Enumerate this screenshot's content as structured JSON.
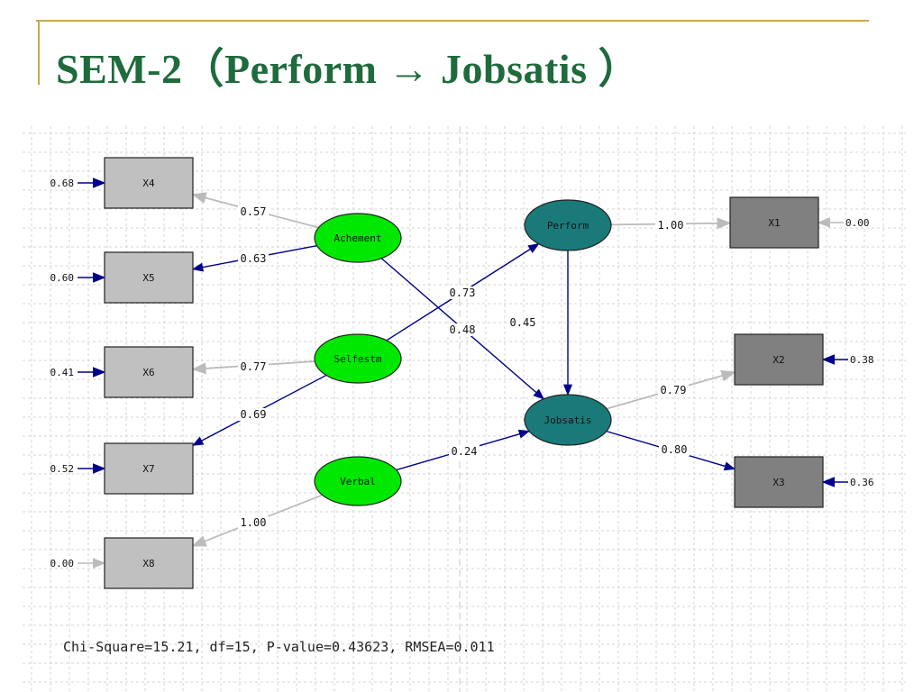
{
  "title": "SEM-2（Perform → Jobsatis ）",
  "colors": {
    "title": "#1e6b3c",
    "accent": "#c8a84b",
    "latent_exogenous": "#00e800",
    "latent_endogenous": "#1a7a7a",
    "indicator_exogenous": "#c0c0c0",
    "indicator_endogenous": "#808080",
    "path_significant": "#00008b",
    "path_fixed": "#bbbbbb"
  },
  "latent_variables": [
    {
      "id": "achement",
      "label": "Achement",
      "kind": "exogenous"
    },
    {
      "id": "selfestm",
      "label": "Selfestm",
      "kind": "exogenous"
    },
    {
      "id": "verbal",
      "label": "Verbal",
      "kind": "exogenous"
    },
    {
      "id": "perform",
      "label": "Perform",
      "kind": "endogenous"
    },
    {
      "id": "jobsatis",
      "label": "Jobsatis",
      "kind": "endogenous"
    }
  ],
  "observed_variables": [
    {
      "id": "x4",
      "label": "X4",
      "error": "0.68"
    },
    {
      "id": "x5",
      "label": "X5",
      "error": "0.60"
    },
    {
      "id": "x6",
      "label": "X6",
      "error": "0.41"
    },
    {
      "id": "x7",
      "label": "X7",
      "error": "0.52"
    },
    {
      "id": "x8",
      "label": "X8",
      "error": "0.00"
    },
    {
      "id": "x1",
      "label": "X1",
      "error": "0.00"
    },
    {
      "id": "x2",
      "label": "X2",
      "error": "0.38"
    },
    {
      "id": "x3",
      "label": "X3",
      "error": "0.36"
    }
  ],
  "paths": [
    {
      "from": "achement",
      "to": "x4",
      "value": "0.57"
    },
    {
      "from": "achement",
      "to": "x5",
      "value": "0.63"
    },
    {
      "from": "selfestm",
      "to": "x6",
      "value": "0.77"
    },
    {
      "from": "selfestm",
      "to": "x7",
      "value": "0.69"
    },
    {
      "from": "verbal",
      "to": "x8",
      "value": "1.00"
    },
    {
      "from": "perform",
      "to": "x1",
      "value": "1.00"
    },
    {
      "from": "jobsatis",
      "to": "x2",
      "value": "0.79"
    },
    {
      "from": "jobsatis",
      "to": "x3",
      "value": "0.80"
    },
    {
      "from": "selfestm",
      "to": "perform",
      "value": "0.73"
    },
    {
      "from": "achement",
      "to": "jobsatis",
      "value": "0.48"
    },
    {
      "from": "verbal",
      "to": "jobsatis",
      "value": "0.24"
    },
    {
      "from": "perform",
      "to": "jobsatis",
      "value": "0.45"
    }
  ],
  "fit_statistics": "Chi-Square=15.21, df=15, P-value=0.43623, RMSEA=0.011"
}
